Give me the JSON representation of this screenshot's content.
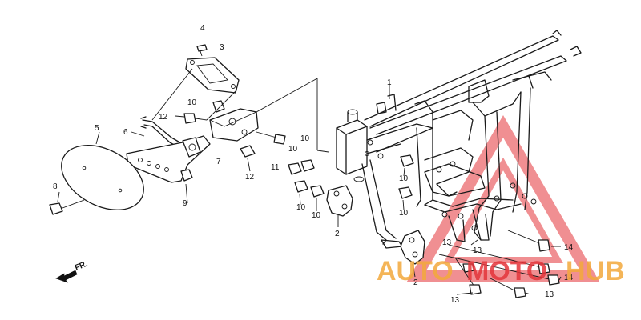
{
  "diagram": {
    "direction_label": "FR.",
    "callouts": {
      "c1": "1",
      "c2a": "2",
      "c2b": "2",
      "c3": "3",
      "c4": "4",
      "c5": "5",
      "c6": "6",
      "c7": "7",
      "c8": "8",
      "c9": "9",
      "c10a": "10",
      "c10b": "10",
      "c10c": "10",
      "c10d": "10",
      "c10e": "10",
      "c10f": "10",
      "c10g": "10",
      "c11": "11",
      "c12a": "12",
      "c12b": "12",
      "c13a": "13",
      "c13b": "13",
      "c13c": "13",
      "c13d": "13",
      "c14a": "14",
      "c14b": "14"
    }
  },
  "watermark": {
    "part1": "AUTO",
    "part2": "MOTO",
    "part3": "HUB",
    "color_orange": "#f3a93c",
    "color_red": "#e4353a"
  }
}
